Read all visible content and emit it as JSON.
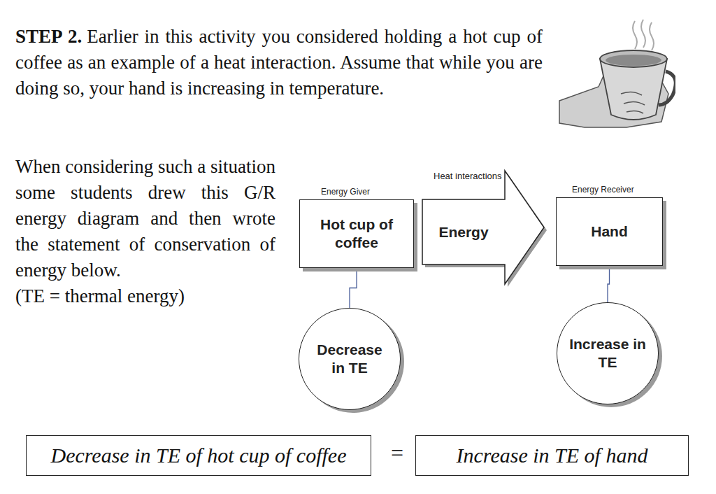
{
  "diagram": {
    "nodes": [
      {
        "text": [
          "Energy Giver",
          "Hot cup of coffee"
        ]
      },
      {
        "text": [
          "Heat interactions",
          "Energy"
        ]
      },
      {
        "text": [
          "Energy Receiver",
          "Hand"
        ]
      },
      {
        "text": [
          "Decrease in TE"
        ]
      },
      {
        "text": [
          "Increase in TE"
        ]
      },
      {
        "text": [
          "Decrease in TE of hot cup of coffee"
        ]
      },
      {
        "text": [
          "Increase in TE of hand"
        ]
      }
    ],
    "edges": [
      {
        "from": 0,
        "to": 3,
        "arrow": "none"
      },
      {
        "from": 2,
        "to": 4,
        "arrow": "none"
      }
    ],
    "labels": [
      "STEP 2.",
      "Earlier in this activity you considered holding a hot cup of coffee as an example of a heat interaction. Assume that while you are doing so, your hand is increasing in temperature.",
      "When considering such a situation some students drew this G/R energy diagram and then wrote the statement of conservation of energy below.",
      "(TE = thermal energy)",
      "="
    ]
  }
}
